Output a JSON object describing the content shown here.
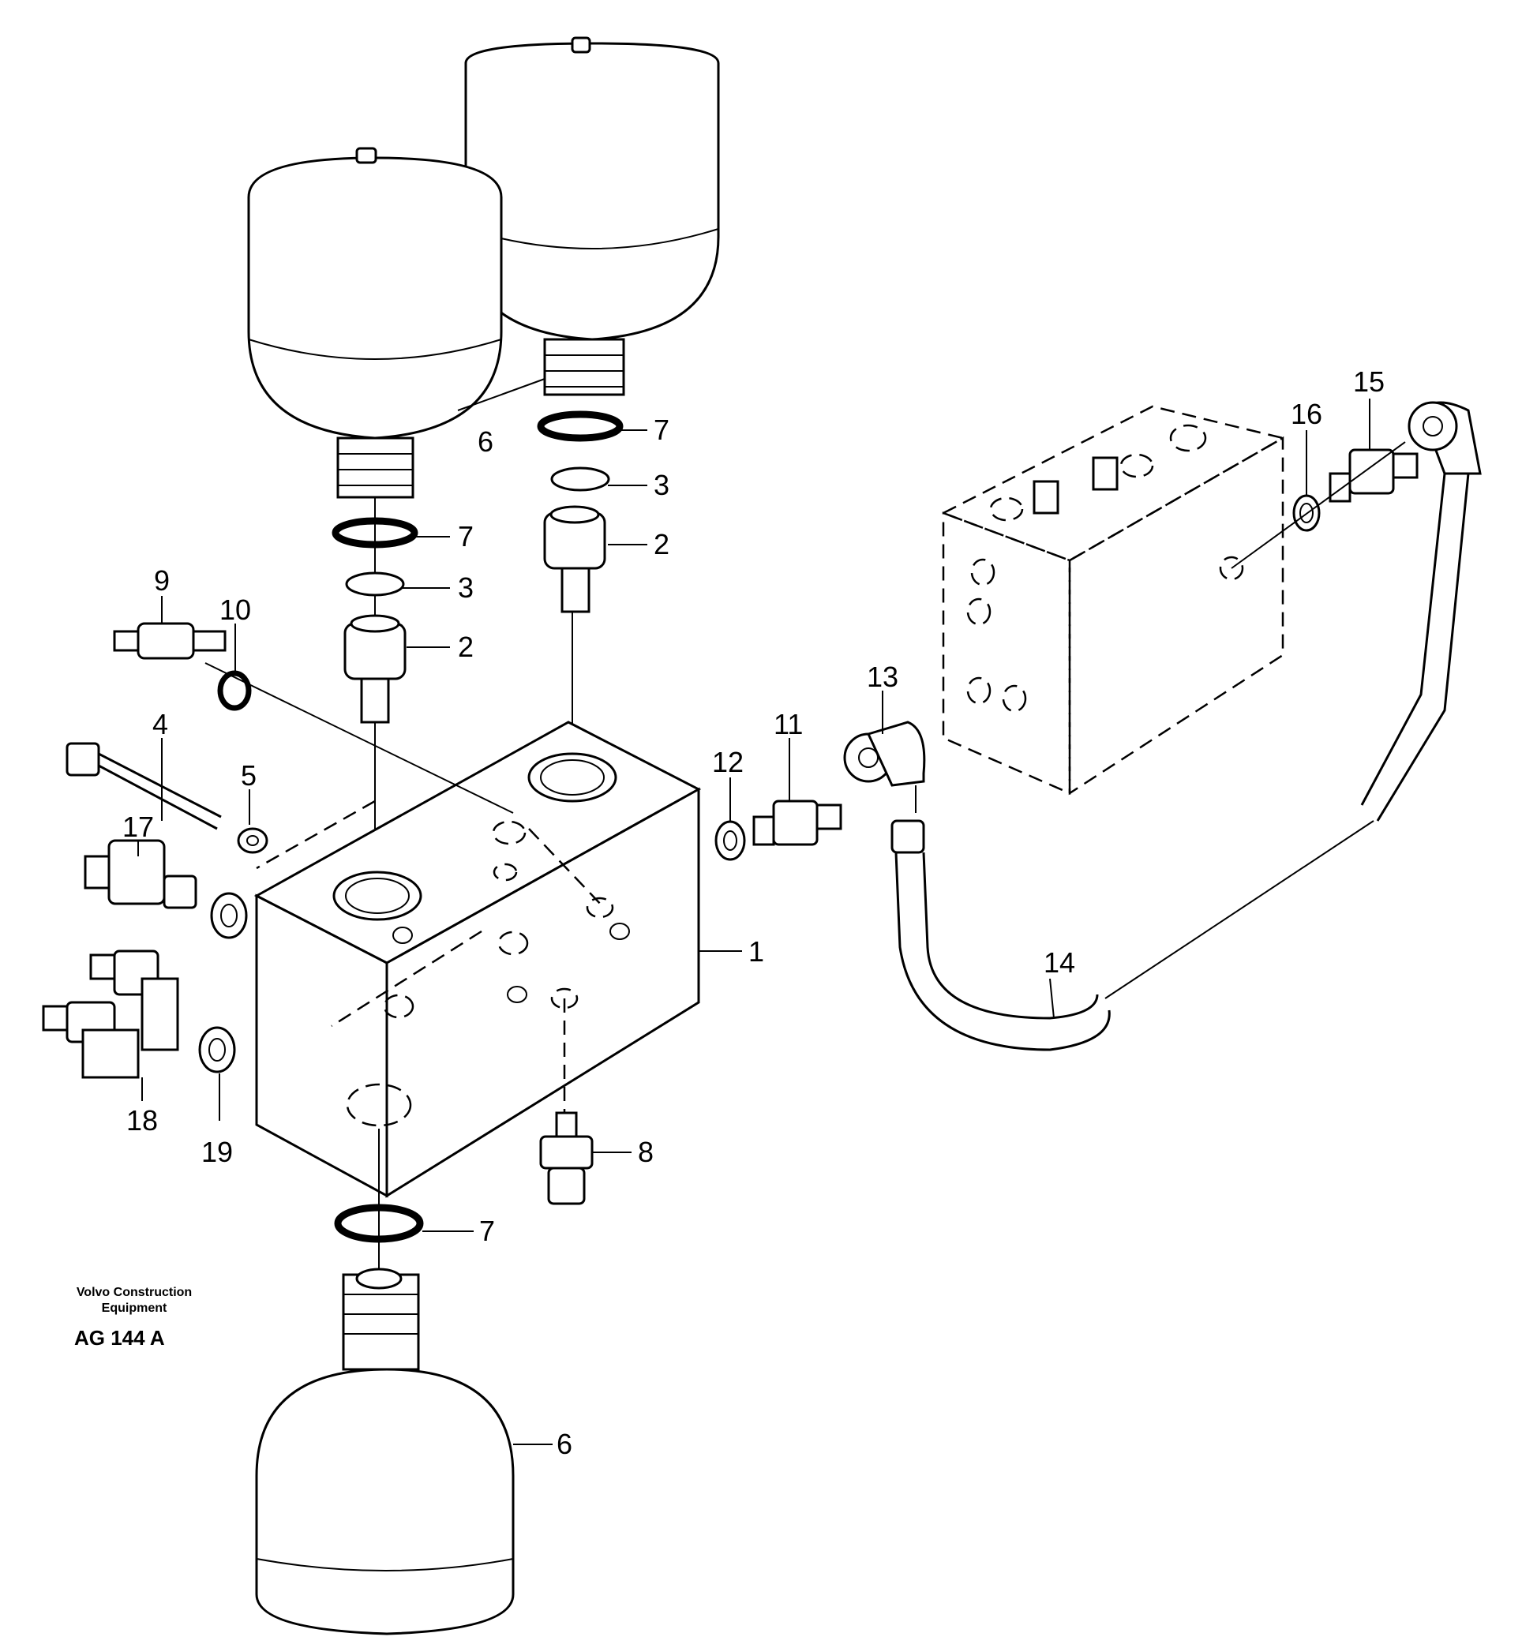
{
  "publisher": "Volvo Construction Equipment",
  "figure_code": "AG 144 A",
  "callouts": {
    "c1": "1",
    "c2a": "2",
    "c2b": "2",
    "c3a": "3",
    "c3b": "3",
    "c4": "4",
    "c5": "5",
    "c6a": "6",
    "c6b": "6",
    "c7a": "7",
    "c7b": "7",
    "c7c": "7",
    "c8": "8",
    "c9": "9",
    "c10": "10",
    "c11": "11",
    "c12": "12",
    "c13": "13",
    "c14": "14",
    "c15": "15",
    "c16": "16",
    "c17": "17",
    "c18": "18",
    "c19": "19"
  }
}
